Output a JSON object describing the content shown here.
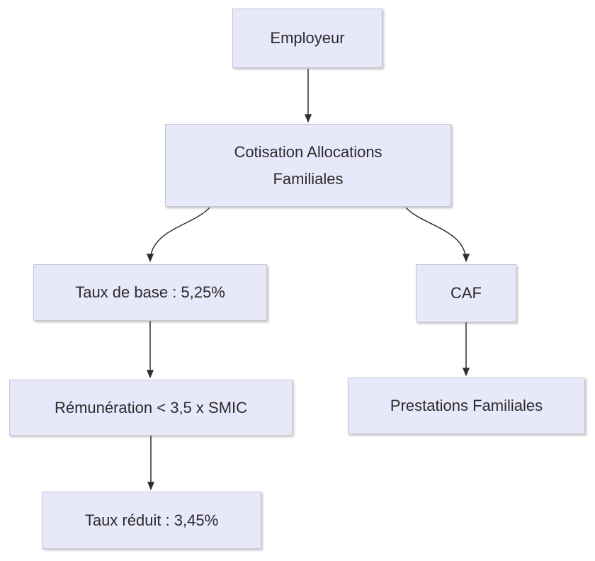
{
  "diagram": {
    "background_color": "#ffffff",
    "node_fill_color": "#e8e8fb",
    "node_border_color": "#c8c8ce",
    "arrow_color": "#2f2f2f",
    "text_color": "#2b2b2b",
    "nodes": {
      "employeur": {
        "label": "Employeur"
      },
      "cotisation": {
        "label": "Cotisation Allocations Familiales"
      },
      "taux_base": {
        "label": "Taux de base : 5,25%"
      },
      "caf": {
        "label": "CAF"
      },
      "remuneration": {
        "label": "Rémunération < 3,5 x SMIC"
      },
      "prestations": {
        "label": "Prestations Familiales"
      },
      "taux_reduit": {
        "label": "Taux réduit : 3,45%"
      }
    },
    "edges": [
      {
        "from": "employeur",
        "to": "cotisation"
      },
      {
        "from": "cotisation",
        "to": "taux_base"
      },
      {
        "from": "cotisation",
        "to": "caf"
      },
      {
        "from": "taux_base",
        "to": "remuneration"
      },
      {
        "from": "remuneration",
        "to": "taux_reduit"
      },
      {
        "from": "caf",
        "to": "prestations"
      }
    ]
  }
}
